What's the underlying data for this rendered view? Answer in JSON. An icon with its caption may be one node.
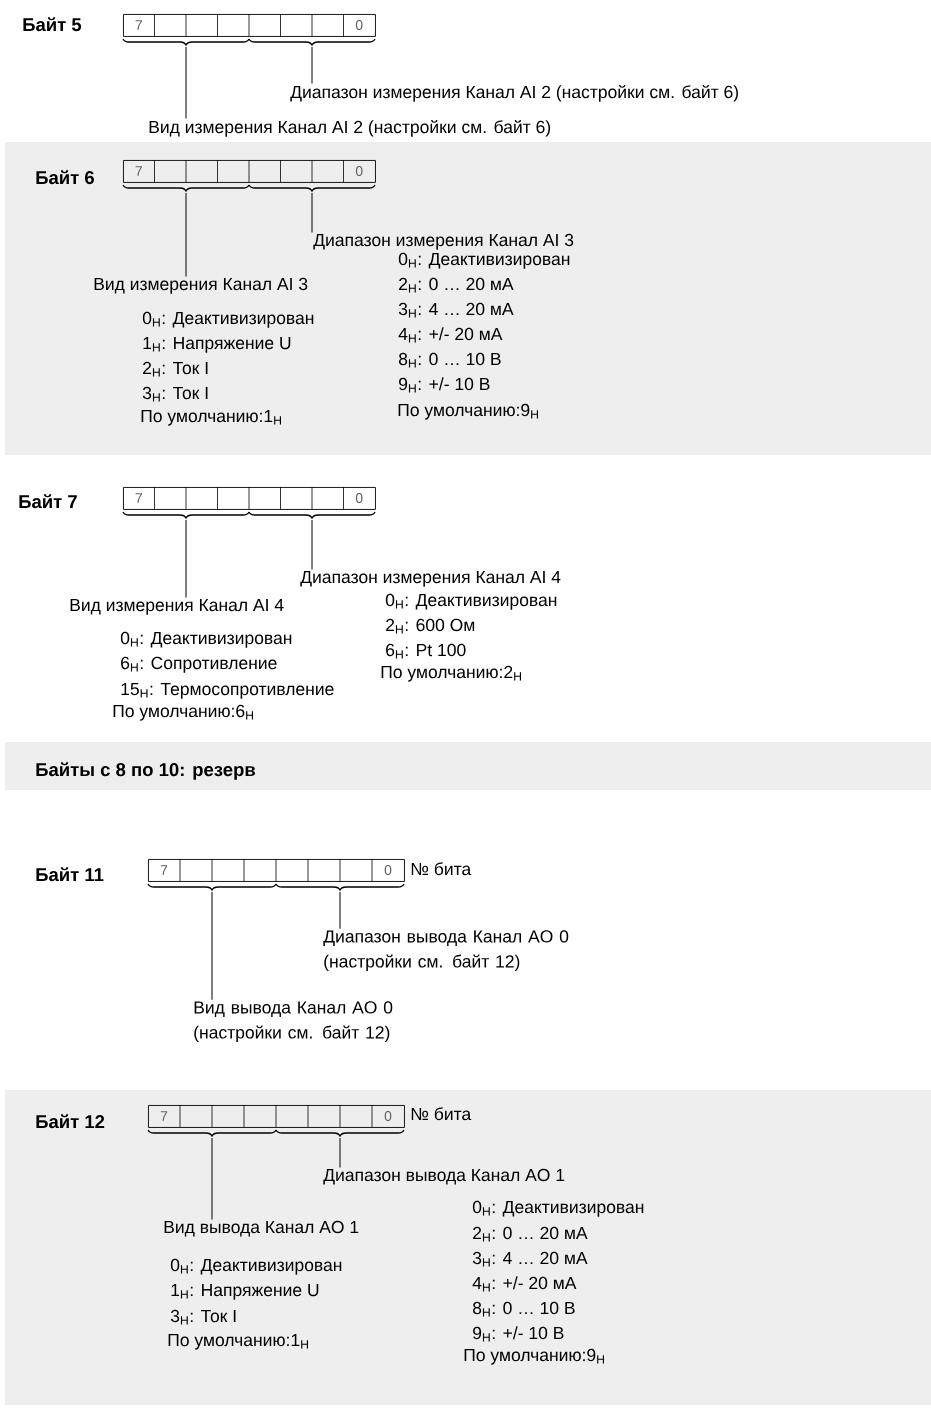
{
  "diagram": {
    "nodes": [
      {
        "text": [
          "7",
          "0"
        ]
      },
      {
        "text": [
          "Диапазон измерения Канал AI 2 (настройки см. байт 6)"
        ]
      },
      {
        "text": [
          "Вид измерения Канал AI 2 (настройки см. байт 6)"
        ]
      },
      {
        "text": [
          "7",
          "0"
        ]
      },
      {
        "text": [
          "Диапазон измерения Канал AI 3",
          "0$_{H}$: Деактивизирован",
          "2$_{H}$: 0 … 20 мА",
          "3$_{H}$: 4 … 20 мА",
          "4$_{H}$: +/- 20 мА",
          "8$_{H}$: 0 … 10 В",
          "9$_{H}$: +/- 10 В",
          "По умолчанию:9$_{H}$"
        ]
      },
      {
        "text": [
          "Вид измерения Канал AI 3",
          "0$_{H}$: Деактивизирован",
          "1$_{H}$: Напряжение U",
          "2$_{H}$: Ток I",
          "3$_{H}$: Ток I",
          "По умолчанию:1$_{H}$"
        ]
      },
      {
        "text": [
          "7",
          "0"
        ]
      },
      {
        "text": [
          "Диапазон измерения Канал AI 4",
          "0$_{H}$: Деактивизирован",
          "2$_{H}$: 600 Ом",
          "6$_{H}$: Pt 100",
          "По умолчанию:2$_{H}$"
        ]
      },
      {
        "text": [
          "Вид измерения Канал AI 4",
          "0$_{H}$: Деактивизирован",
          "6$_{H}$: Сопротивление",
          "15$_{H}$: Термосопротивление",
          "По умолчанию:6$_{H}$"
        ]
      },
      {
        "text": [
          "7",
          "0"
        ]
      },
      {
        "text": [
          "Диапазон вывода Канал AO 0 (настройки см. байт 12)"
        ]
      },
      {
        "text": [
          "Вид вывода Канал AO 0 (настройки см. байт 12)"
        ]
      },
      {
        "text": [
          "7",
          "0"
        ]
      },
      {
        "text": [
          "Диапазон вывода Канал AO 1",
          "0$_{H}$: Деактивизирован",
          "2$_{H}$: 0 … 20 мА",
          "3$_{H}$: 4 … 20 мА",
          "4$_{H}$: +/- 20 мА",
          "8$_{H}$: 0 … 10 В",
          "9$_{H}$: +/- 10 В",
          "По умолчанию:9$_{H}$"
        ]
      },
      {
        "text": [
          "Вид вывода Канал AO 1",
          "0$_{H}$: Деактивизирован",
          "1$_{H}$: Напряжение U",
          "3$_{H}$: Ток I",
          "По умолчанию:1$_{H}$"
        ]
      }
    ],
    "edges": [
      {
        "from": 0,
        "to": 1,
        "arrow": "none"
      },
      {
        "from": 0,
        "to": 2,
        "arrow": "none"
      },
      {
        "from": 3,
        "to": 4,
        "arrow": "none"
      },
      {
        "from": 3,
        "to": 5,
        "arrow": "none"
      },
      {
        "from": 6,
        "to": 7,
        "arrow": "none"
      },
      {
        "from": 6,
        "to": 8,
        "arrow": "none"
      },
      {
        "from": 9,
        "to": 10,
        "arrow": "none"
      },
      {
        "from": 9,
        "to": 11,
        "arrow": "none"
      },
      {
        "from": 12,
        "to": 13,
        "arrow": "none"
      },
      {
        "from": 12,
        "to": 14,
        "arrow": "none"
      }
    ],
    "labels": [
      "Байт 5",
      "Байт 6",
      "Байт 7",
      "Байты с 8 по 10: резерв",
      "Байт 11",
      "№ бита",
      "Байт 12",
      "№ бита"
    ]
  }
}
